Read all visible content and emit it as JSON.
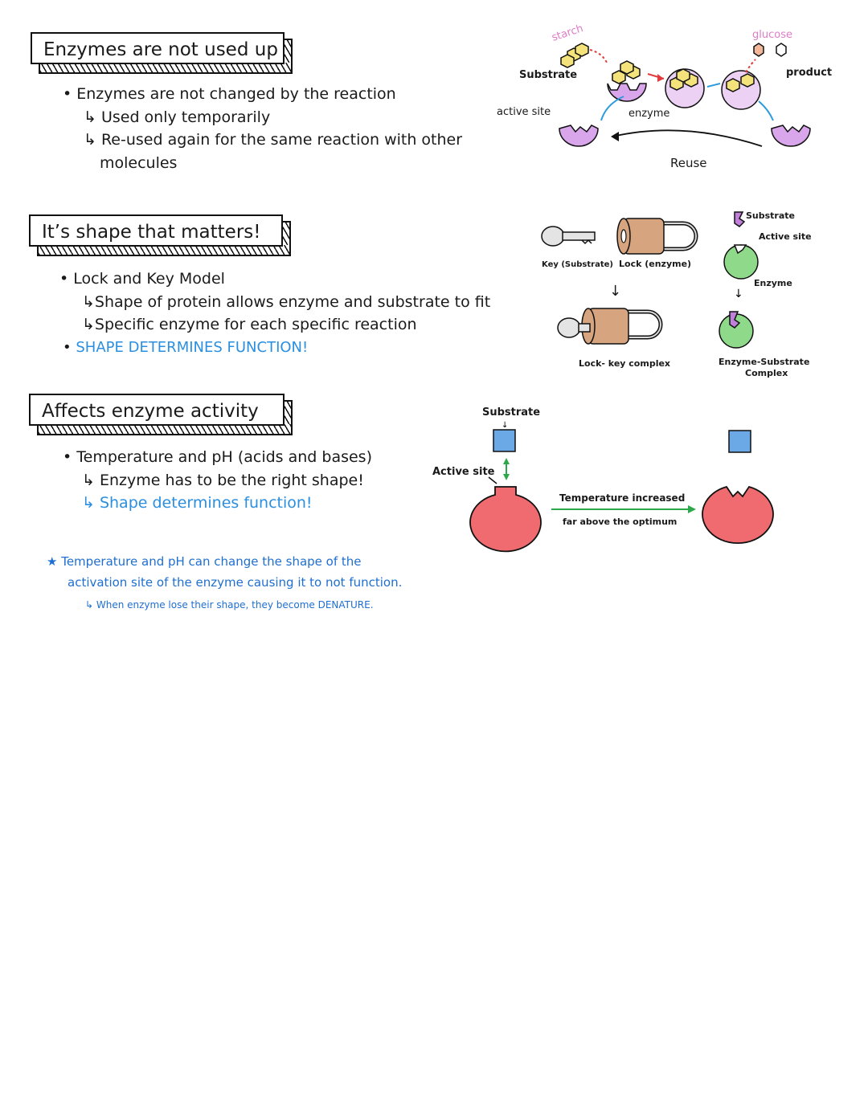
{
  "section1": {
    "title": "Enzymes are not used up",
    "bullet": "Enzymes are not changed by the reaction",
    "sub1": "↳ Used only temporarily",
    "sub2": "↳ Re-used again for the same reaction with other",
    "sub2b": "molecules",
    "diagram": {
      "starch": "starch",
      "substrate": "Substrate",
      "active_site": "active site",
      "enzyme": "enzyme",
      "glucose": "glucose",
      "product": "product",
      "reuse": "Reuse"
    }
  },
  "section2": {
    "title": "It’s shape that matters!",
    "bullet1": "Lock and Key Model",
    "sub1": "↳Shape of protein allows enzyme and substrate to fit",
    "sub2": "↳Specific enzyme for each specific reaction",
    "bullet2": "SHAPE DETERMINES FUNCTION!",
    "diagram": {
      "key_label": "Key (Substrate)",
      "lock_label": "Lock (enzyme)",
      "arrow": "↓",
      "complex_label": "Lock- key complex",
      "substrate": "Substrate",
      "active_site": "Active site",
      "enzyme": "Enzyme",
      "es_complex_1": "Enzyme-Substrate",
      "es_complex_2": "Complex"
    }
  },
  "section3": {
    "title": "Affects enzyme activity",
    "bullet": "Temperature and pH (acids and bases)",
    "sub1": "↳ Enzyme has to be the right shape!",
    "sub2": "↳ Shape determines function!",
    "diagram": {
      "substrate": "Substrate",
      "active_site": "Active site",
      "temp_increased": "Temperature increased",
      "above_optimum": "far above the optimum"
    },
    "note_line1": "★ Temperature and pH can change the shape of the",
    "note_line2": "activation site of the enzyme causing it to not function.",
    "note_line3": "↳ When enzyme lose their shape, they become DENATURE."
  },
  "colors": {
    "enzyme_purple": "#d9a6ec",
    "starch_yellow": "#f4e27a",
    "key_grey": "#e4e4e4",
    "lock_brown": "#d6a57f",
    "enzyme_green": "#8ed98a",
    "substrate_purple": "#c07fd9",
    "enzyme_red": "#ef6b6f",
    "substrate_blue": "#6aa8e6",
    "arrow_red": "#e23b3b",
    "arrow_blue": "#2e9bdc",
    "arrow_green": "#2ca84a",
    "note_blue": "#1f6fd1"
  }
}
